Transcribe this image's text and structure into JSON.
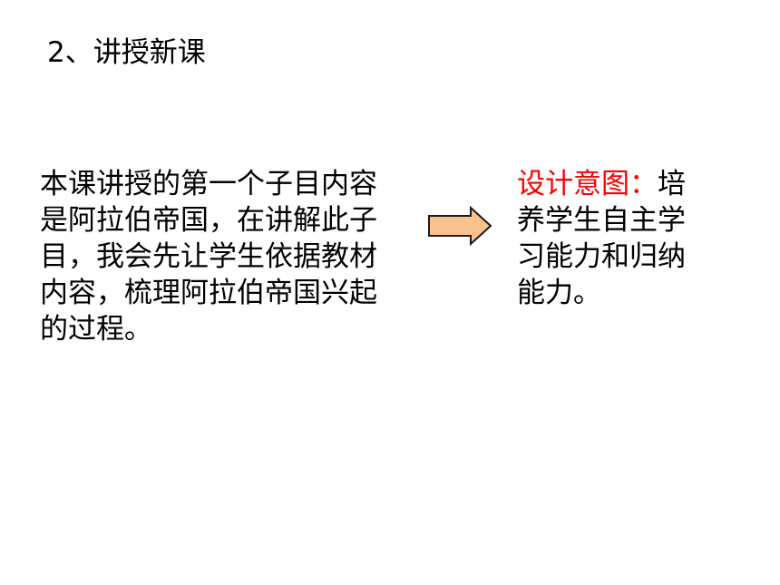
{
  "title": "2、讲授新课",
  "left_block": {
    "lines": [
      "本课讲授的第一个子目内容",
      "是阿拉伯帝国，在讲解此子",
      "目，我会先让学生依据教材",
      "内容，梳理阿拉伯帝国兴起",
      "的过程。"
    ]
  },
  "arrow": {
    "icon": "right-arrow-icon",
    "fill_color": "#f9c18e",
    "stroke_color": "#1a1a1a"
  },
  "right_block": {
    "label": "设计意图：",
    "label_color": "#ff0000",
    "first_line_rest": "培",
    "lines": [
      "养学生自主学",
      "习能力和归纳",
      "能力。"
    ]
  }
}
